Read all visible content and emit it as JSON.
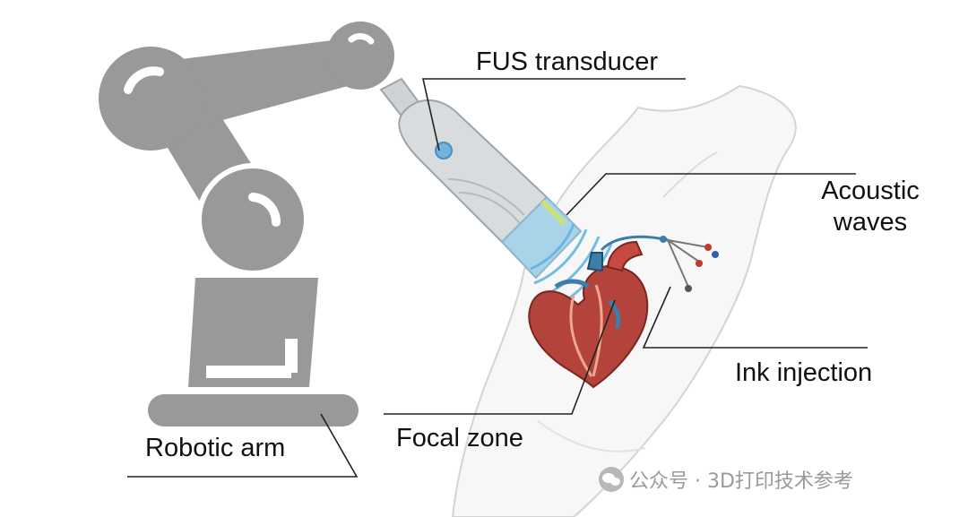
{
  "labels": {
    "transducer": "FUS transducer",
    "acoustic_line1": "Acoustic",
    "acoustic_line2": "waves",
    "ink_injection": "Ink injection",
    "focal_zone": "Focal zone",
    "robotic_arm": "Robotic arm"
  },
  "watermark": {
    "text": "公众号 · 3D打印技术参考",
    "icon": "wechat-icon"
  },
  "colors": {
    "robot": "#999999",
    "robot_joint_highlight": "#ffffff",
    "transducer_body": "#cfd3d6",
    "transducer_band": "#a9d3e8",
    "wave": "#5fb2df",
    "heart": "#b3433b",
    "vessel": "#3b7fa8",
    "body_outline": "#d4d4d4",
    "leader_line": "#222222"
  }
}
